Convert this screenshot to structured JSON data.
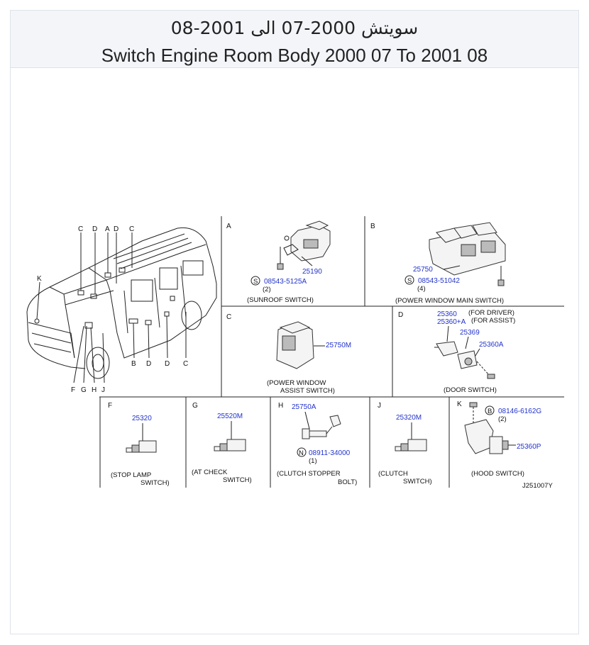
{
  "header": {
    "title_ar": "سويتش 2000-07 الى 2001-08",
    "title_en": "Switch Engine Room Body 2000 07 To 2001 08"
  },
  "vehicle": {
    "callouts_top": [
      "C",
      "D",
      "A",
      "D",
      "C"
    ],
    "callout_k": "K",
    "callouts_bottom_left": [
      "F",
      "G",
      "H",
      "J"
    ],
    "callouts_bottom_right": [
      "B",
      "D",
      "D",
      "C"
    ]
  },
  "panels": {
    "A": {
      "letter": "A",
      "part": "25190",
      "bolt_sym": "S",
      "bolt_part": "08543-5125A",
      "bolt_qty": "(2)",
      "caption": "(SUNROOF  SWITCH)"
    },
    "B": {
      "letter": "B",
      "part": "25750",
      "bolt_sym": "S",
      "bolt_part": "08543-51042",
      "bolt_qty": "(4)",
      "caption": "(POWER  WINDOW        MAIN  SWITCH)"
    },
    "C": {
      "letter": "C",
      "part": "25750M",
      "caption1": "(POWER  WINDOW",
      "caption2": "ASSIST  SWITCH)"
    },
    "D": {
      "letter": "D",
      "part1": "25360",
      "note1": "(FOR  DRIVER)",
      "part2": "25360+A",
      "note2": "(FOR  ASSIST)",
      "part3": "25369",
      "part4": "25360A",
      "caption": "(DOOR  SWITCH)"
    },
    "F": {
      "letter": "F",
      "part": "25320",
      "caption1": "(STOP   LAMP",
      "caption2": "SWITCH)"
    },
    "G": {
      "letter": "G",
      "part": "25520M",
      "caption1": "(AT   CHECK",
      "caption2": "SWITCH)"
    },
    "H": {
      "letter": "H",
      "part": "25750A",
      "nut_sym": "N",
      "nut_part": "08911-34000",
      "nut_qty": "(1)",
      "caption1": "(CLUTCH   STOPPER",
      "caption2": "BOLT)"
    },
    "J": {
      "letter": "J",
      "part": "25320M",
      "caption1": "(CLUTCH",
      "caption2": "SWITCH)"
    },
    "K": {
      "letter": "K",
      "bolt_sym": "B",
      "bolt_part": "08146-6162G",
      "bolt_qty": "(2)",
      "part": "25360P",
      "caption": "(HOOD  SWITCH)"
    }
  },
  "diagram_code": "J251007Y"
}
